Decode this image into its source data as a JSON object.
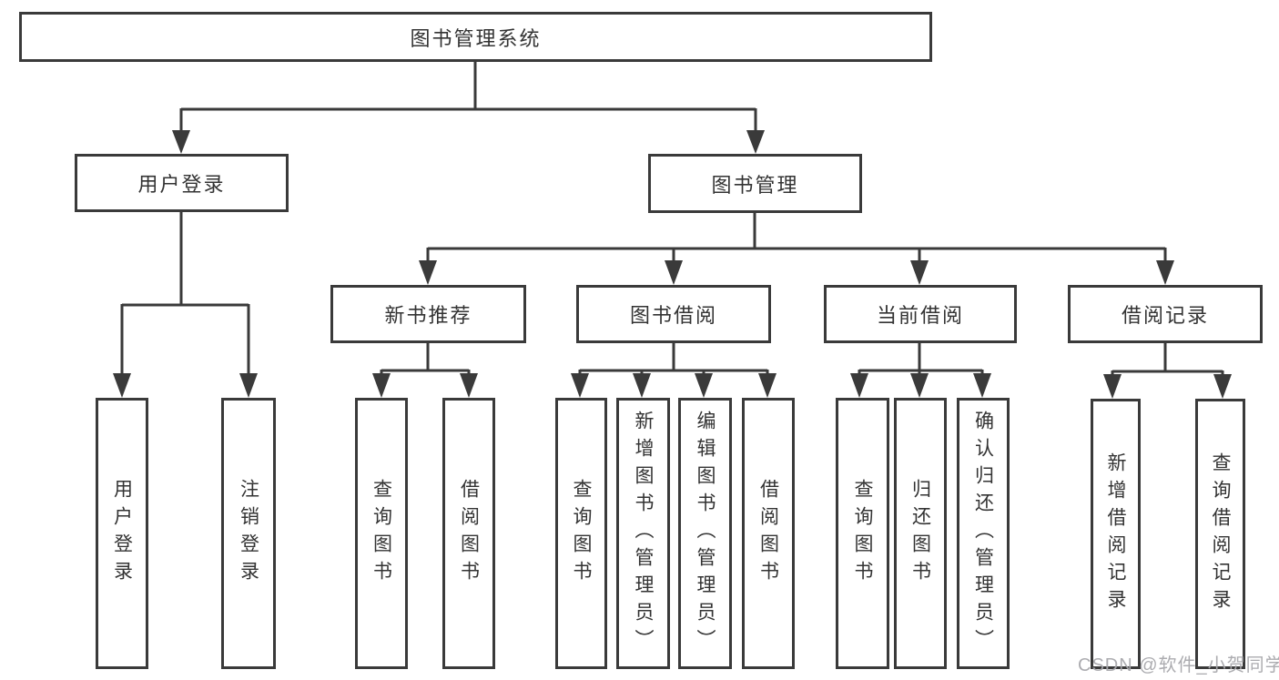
{
  "tree": {
    "root": {
      "label": "图书管理系统"
    },
    "branches": [
      {
        "label": "用户登录",
        "children": [
          {
            "label": "用户登录"
          },
          {
            "label": "注销登录"
          }
        ]
      },
      {
        "label": "图书管理",
        "children": [
          {
            "label": "新书推荐",
            "children": [
              {
                "label": "查询图书"
              },
              {
                "label": "借阅图书"
              }
            ]
          },
          {
            "label": "图书借阅",
            "children": [
              {
                "label": "查询图书"
              },
              {
                "label": "新增图书（管理员）"
              },
              {
                "label": "编辑图书（管理员）"
              },
              {
                "label": "借阅图书"
              }
            ]
          },
          {
            "label": "当前借阅",
            "children": [
              {
                "label": "查询图书"
              },
              {
                "label": "归还图书"
              },
              {
                "label": "确认归还（管理员）"
              }
            ]
          },
          {
            "label": "借阅记录",
            "children": [
              {
                "label": "新增借阅记录"
              },
              {
                "label": "查询借阅记录"
              }
            ]
          }
        ]
      }
    ]
  },
  "watermark": "CSDN @软件_小贺同学",
  "colors": {
    "line": "#3a3a3a",
    "text": "#333333",
    "watermark": "#a8a8ac",
    "background": "#ffffff"
  }
}
